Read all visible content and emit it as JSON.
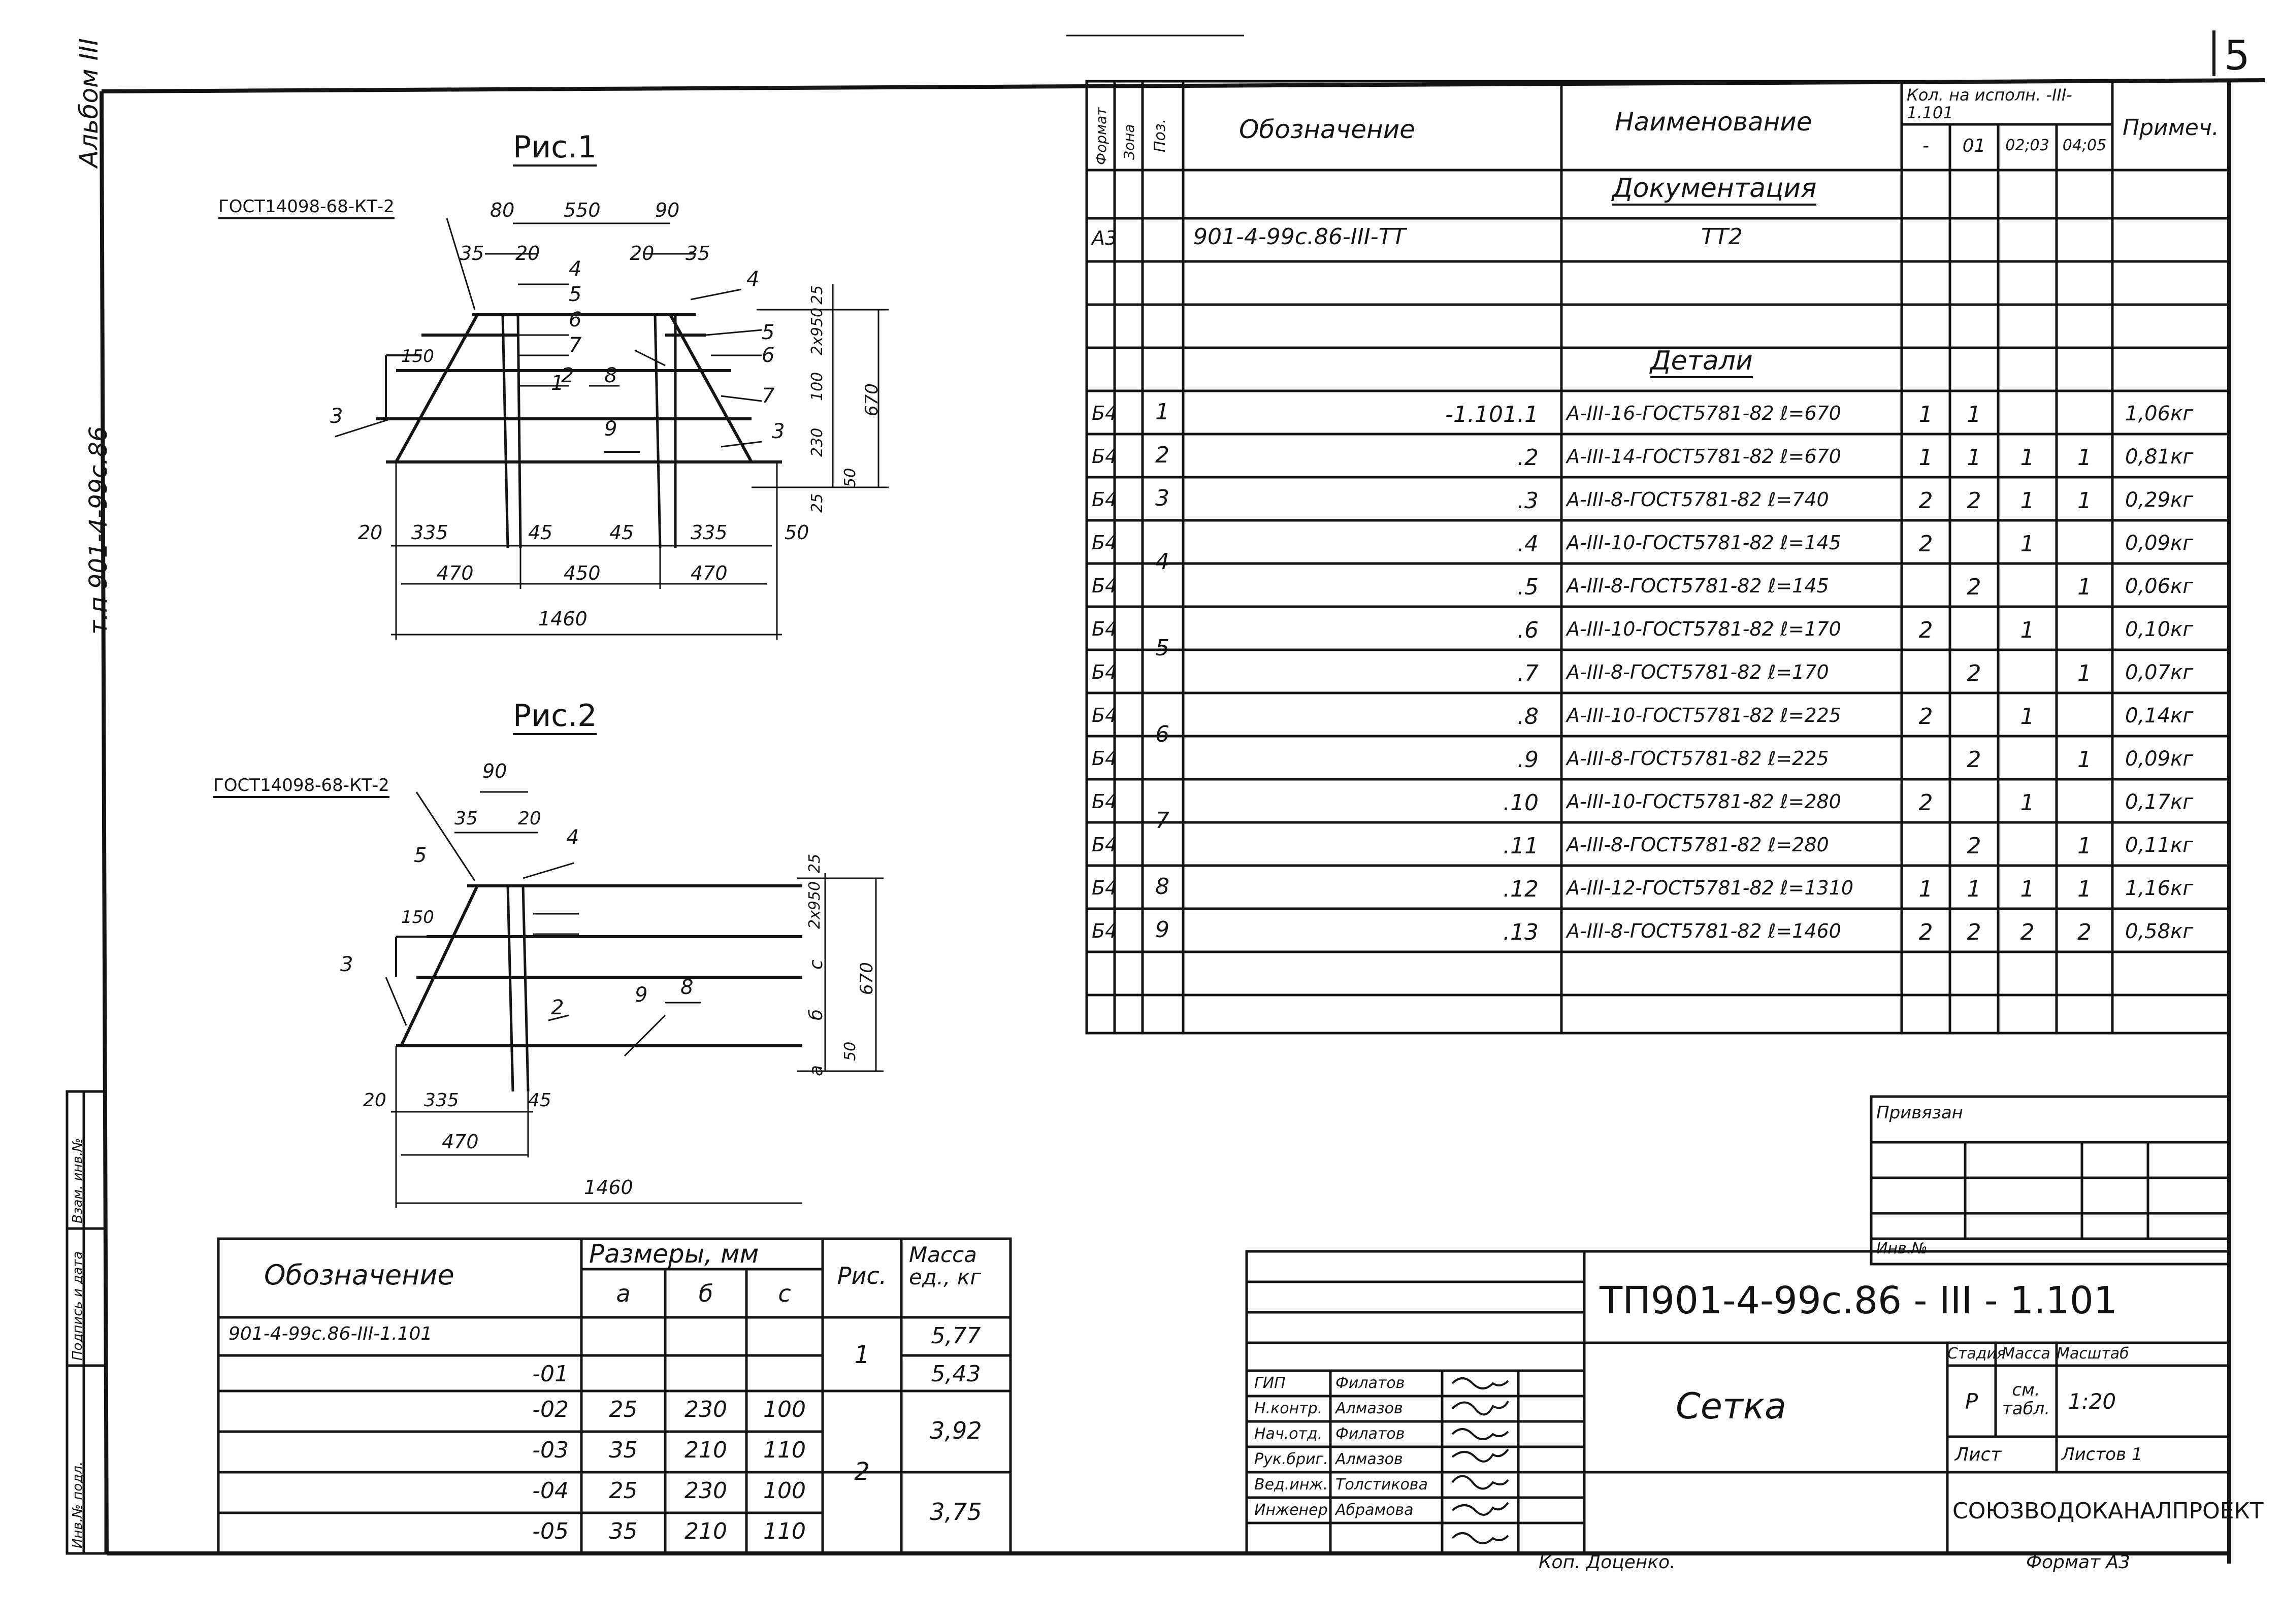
{
  "sheet": {
    "page_number": "5",
    "album_label": "Альбом III",
    "side_code": "т.п 901-4-99с.86",
    "copyist": "Коп. Доценко.",
    "format_label": "Формат А3"
  },
  "side_stamp": [
    "Инв.№ подл.",
    "Подпись и дата",
    "Взам. инв.№"
  ],
  "fig1": {
    "title": "Рис.1",
    "gost": "ГОСТ14098-68-КТ-2",
    "dims": {
      "top_80": "80",
      "top_550": "550",
      "top_90": "90",
      "d35a": "35",
      "d20a": "20",
      "d20b": "20",
      "d35b": "35",
      "d150": "150",
      "d20c": "20",
      "d335a": "335",
      "d45a": "45",
      "d45b": "45",
      "d335b": "335",
      "d50": "50",
      "d470a": "470",
      "d450": "450",
      "d470b": "470",
      "d1460": "1460",
      "v25a": "25",
      "v2x950": "2х950",
      "v100": "100",
      "v230": "230",
      "v25b": "25",
      "v50": "50",
      "v670": "670"
    },
    "callouts": [
      "1",
      "2",
      "3",
      "3",
      "4",
      "4",
      "5",
      "5",
      "6",
      "6",
      "7",
      "7",
      "8",
      "9"
    ]
  },
  "fig2": {
    "title": "Рис.2",
    "gost": "ГОСТ14098-68-КТ-2",
    "dims": {
      "top_90": "90",
      "d35": "35",
      "d20": "20",
      "d150": "150",
      "d20b": "20",
      "d335": "335",
      "d45": "45",
      "d470": "470",
      "d1460": "1460",
      "v25": "25",
      "v2x950": "2х950",
      "vc": "с",
      "vb": "б",
      "va": "а",
      "v50": "50",
      "v670": "670"
    },
    "callouts": [
      "2",
      "3",
      "4",
      "5",
      "8",
      "9"
    ]
  },
  "spec": {
    "headers": {
      "format": "Формат",
      "zone": "Зона",
      "pos": "Поз.",
      "designation": "Обозначение",
      "name": "Наименование",
      "qty_title": "Кол. на исполн. -III- 1.101",
      "qty_cols": [
        "-",
        "01",
        "02;03",
        "04;05"
      ],
      "note": "Примеч."
    },
    "sections": {
      "documentation": "Документация",
      "details": "Детали"
    },
    "doc_row": {
      "format": "А3",
      "designation": "901-4-99с.86-III-ТТ",
      "name": "ТТ2"
    },
    "rows": [
      {
        "format": "Б4",
        "pos": "1",
        "designation": "-1.101.1",
        "name": "А-III-16-ГОСТ5781-82 ℓ=670",
        "q": [
          "1",
          "1",
          "",
          ""
        ],
        "note": "1,06кг"
      },
      {
        "format": "Б4",
        "pos": "2",
        "designation": ".2",
        "name": "А-III-14-ГОСТ5781-82 ℓ=670",
        "q": [
          "1",
          "1",
          "1",
          "1"
        ],
        "note": "0,81кг"
      },
      {
        "format": "Б4",
        "pos": "3",
        "designation": ".3",
        "name": "А-III-8-ГОСТ5781-82 ℓ=740",
        "q": [
          "2",
          "2",
          "1",
          "1"
        ],
        "note": "0,29кг"
      },
      {
        "format": "Б4",
        "pos": "4",
        "designation": ".4",
        "name": "А-III-10-ГОСТ5781-82 ℓ=145",
        "q": [
          "2",
          "",
          "1",
          ""
        ],
        "note": "0,09кг"
      },
      {
        "format": "Б4",
        "pos": "",
        "designation": ".5",
        "name": "А-III-8-ГОСТ5781-82 ℓ=145",
        "q": [
          "",
          "2",
          "",
          "1"
        ],
        "note": "0,06кг"
      },
      {
        "format": "Б4",
        "pos": "5",
        "designation": ".6",
        "name": "А-III-10-ГОСТ5781-82 ℓ=170",
        "q": [
          "2",
          "",
          "1",
          ""
        ],
        "note": "0,10кг"
      },
      {
        "format": "Б4",
        "pos": "",
        "designation": ".7",
        "name": "А-III-8-ГОСТ5781-82 ℓ=170",
        "q": [
          "",
          "2",
          "",
          "1"
        ],
        "note": "0,07кг"
      },
      {
        "format": "Б4",
        "pos": "6",
        "designation": ".8",
        "name": "А-III-10-ГОСТ5781-82 ℓ=225",
        "q": [
          "2",
          "",
          "1",
          ""
        ],
        "note": "0,14кг"
      },
      {
        "format": "Б4",
        "pos": "",
        "designation": ".9",
        "name": "А-III-8-ГОСТ5781-82 ℓ=225",
        "q": [
          "",
          "2",
          "",
          "1"
        ],
        "note": "0,09кг"
      },
      {
        "format": "Б4",
        "pos": "7",
        "designation": ".10",
        "name": "А-III-10-ГОСТ5781-82 ℓ=280",
        "q": [
          "2",
          "",
          "1",
          ""
        ],
        "note": "0,17кг"
      },
      {
        "format": "Б4",
        "pos": "",
        "designation": ".11",
        "name": "А-III-8-ГОСТ5781-82 ℓ=280",
        "q": [
          "",
          "2",
          "",
          "1"
        ],
        "note": "0,11кг"
      },
      {
        "format": "Б4",
        "pos": "8",
        "designation": ".12",
        "name": "А-III-12-ГОСТ5781-82 ℓ=1310",
        "q": [
          "1",
          "1",
          "1",
          "1"
        ],
        "note": "1,16кг"
      },
      {
        "format": "Б4",
        "pos": "9",
        "designation": ".13",
        "name": "А-III-8-ГОСТ5781-82 ℓ=1460",
        "q": [
          "2",
          "2",
          "2",
          "2"
        ],
        "note": "0,58кг"
      }
    ]
  },
  "var_table": {
    "headers": {
      "designation": "Обозначение",
      "sizes": "Размеры, мм",
      "a": "а",
      "b": "б",
      "c": "с",
      "fig": "Рис.",
      "mass": "Масса ед., кг"
    },
    "rows": [
      {
        "designation": "901-4-99с.86-III-1.101",
        "a": "",
        "b": "",
        "c": "",
        "mass": "5,77"
      },
      {
        "designation": "-01",
        "a": "",
        "b": "",
        "c": "",
        "mass": "5,43"
      },
      {
        "designation": "-02",
        "a": "25",
        "b": "230",
        "c": "100",
        "mass": ""
      },
      {
        "designation": "-03",
        "a": "35",
        "b": "210",
        "c": "110",
        "mass": ""
      },
      {
        "designation": "-04",
        "a": "25",
        "b": "230",
        "c": "100",
        "mass": ""
      },
      {
        "designation": "-05",
        "a": "35",
        "b": "210",
        "c": "110",
        "mass": ""
      }
    ],
    "fig_groups": [
      "1",
      "2"
    ],
    "mass_groups": [
      "3,92",
      "3,75"
    ]
  },
  "privyazan": {
    "title": "Привязан",
    "inv": "Инв.№"
  },
  "title_block": {
    "doc_code": "ТП901-4-99с.86 - III - 1.101",
    "name": "Сетка",
    "stage_label": "Стадия",
    "mass_label": "Масса",
    "scale_label": "Масштаб",
    "stage": "Р",
    "mass": "см. табл.",
    "scale": "1:20",
    "sheet_label": "Лист",
    "sheets_label": "Листов 1",
    "org": "СОЮЗВОДОКАНАЛПРОЕКТ",
    "staff": [
      {
        "role": "ГИП",
        "surname": "Филатов"
      },
      {
        "role": "Н.контр.",
        "surname": "Алмазов"
      },
      {
        "role": "Нач.отд.",
        "surname": "Филатов"
      },
      {
        "role": "Рук.бриг.",
        "surname": "Алмазов"
      },
      {
        "role": "Вед.инж.",
        "surname": "Толстикова"
      },
      {
        "role": "Инженер",
        "surname": "Абрамова"
      }
    ]
  }
}
